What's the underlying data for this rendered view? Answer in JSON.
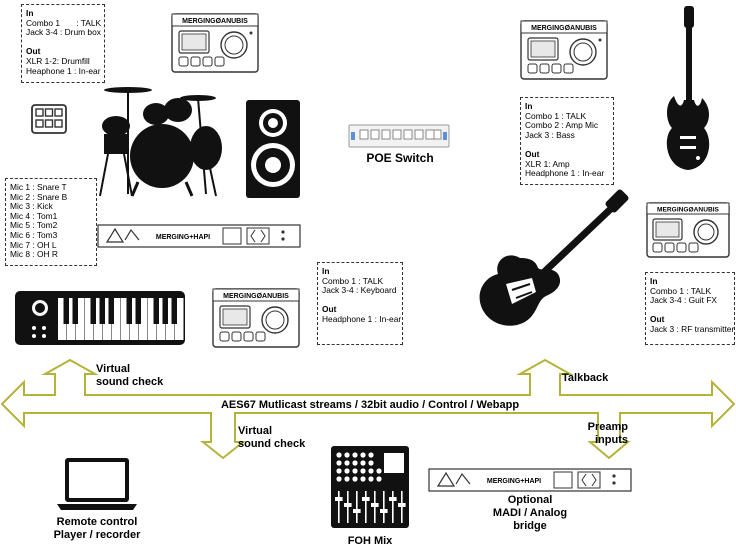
{
  "colors": {
    "arrow_fill": "#ffffff",
    "arrow_stroke": "#b5b23a",
    "device_stroke": "#333333"
  },
  "brand_text": "MERGINGØANUBIS",
  "preamp_brand_text": "MERGING+HAPI",
  "boxes": {
    "drummer": [
      "In",
      "Combo 1       : TALK",
      "Jack 3-4 : Drum box",
      "",
      "Out",
      "XLR 1-2: Drumfill",
      "Heaphone 1 : In-ear"
    ],
    "drum_mics": [
      "Mic 1 : Snare T",
      "Mic 2 : Snare B",
      "Mic 3 : Kick",
      "Mic 4 : Tom1",
      "Mic 5 : Tom2",
      "Mic 6 : Tom3",
      "Mic 7 : OH L",
      "Mic 8 : OH R"
    ],
    "keyboard": [
      "In",
      "Combo 1 : TALK",
      "Jack 3-4 : Keyboard",
      "",
      "Out",
      "Headphone 1 : In-ear"
    ],
    "bass": [
      "In",
      "Combo 1 : TALK",
      "Combo 2 : Amp Mic",
      "Jack 3 : Bass",
      "",
      "Out",
      "XLR 1: Amp",
      "Headphone 1 : In-ear"
    ],
    "guitar": [
      "In",
      "Combo 1 : TALK",
      "Jack 3-4 : Guit FX",
      "",
      "Out",
      "Jack 3 : RF transmitter"
    ]
  },
  "labels": {
    "poe_switch": "POE Switch",
    "virtual_sound_check_top": "Virtual\nsound check",
    "talkback": "Talkback",
    "bus": "AES67 Mutlicast streams / 32bit audio / Control / Webapp",
    "virtual_sound_check_bottom": "Virtual\nsound check",
    "preamp_inputs": "Preamp\ninputs",
    "remote_control": "Remote control\nPlayer / recorder",
    "foh_mix": "FOH Mix",
    "madi_bridge": "Optional\nMADI / Analog\nbridge"
  }
}
